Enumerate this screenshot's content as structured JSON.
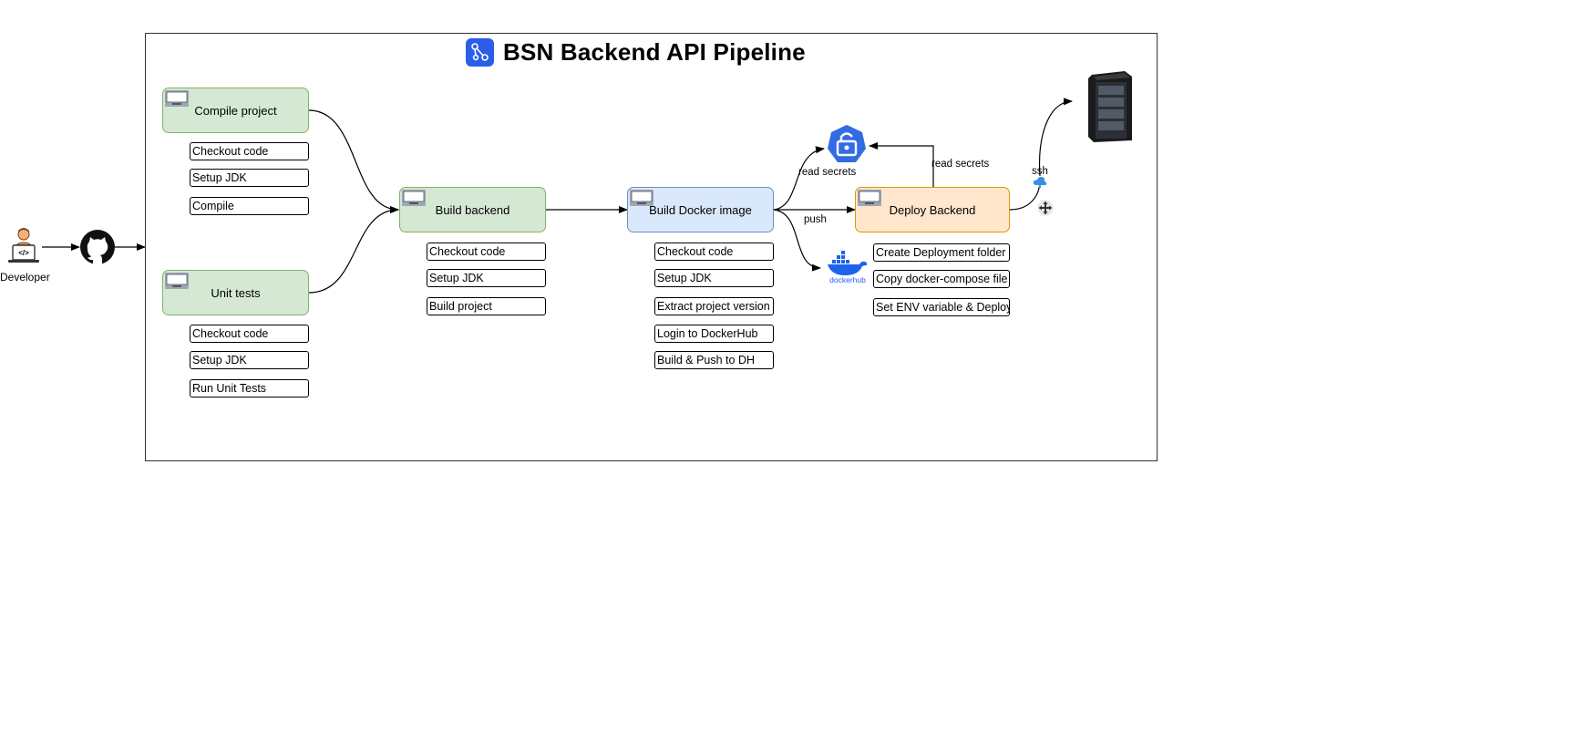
{
  "diagram": {
    "title": "BSN Backend API Pipeline",
    "actor": {
      "label": "Developer"
    },
    "stages": {
      "compile": {
        "label": "Compile project",
        "steps": [
          "Checkout code",
          "Setup JDK",
          "Compile"
        ]
      },
      "tests": {
        "label": "Unit tests",
        "steps": [
          "Checkout code",
          "Setup JDK",
          "Run Unit Tests"
        ]
      },
      "build": {
        "label": "Build backend",
        "steps": [
          "Checkout code",
          "Setup JDK",
          "Build project"
        ]
      },
      "docker": {
        "label": "Build Docker image",
        "steps": [
          "Checkout code",
          "Setup JDK",
          "Extract project version",
          "Login to DockerHub",
          "Build & Push to DH"
        ]
      },
      "deploy": {
        "label": "Deploy Backend",
        "steps": [
          "Create Deployment folder",
          "Copy docker-compose file",
          "Set ENV variable & Deploy"
        ]
      }
    },
    "edge_labels": {
      "read_secrets_docker": "read secrets",
      "read_secrets_deploy": "read secrets",
      "push": "push",
      "ssh": "ssh"
    },
    "dockerhub_logo_text": "dockerhub",
    "icons": [
      "developer-icon",
      "github-icon",
      "pipeline-logo-icon",
      "secrets-vault-icon",
      "docker-whale-icon",
      "cloud-icon",
      "server-rack-icon",
      "move-cursor-icon",
      "computer-icon"
    ],
    "colors": {
      "green_fill": "#d5e8d4",
      "green_stroke": "#82b366",
      "blue_fill": "#dae8fc",
      "blue_stroke": "#6c8ebf",
      "orange_fill": "#ffe6cc",
      "orange_stroke": "#d79b00",
      "docker_blue": "#1d63ed",
      "vault_blue": "#326ce5"
    }
  }
}
